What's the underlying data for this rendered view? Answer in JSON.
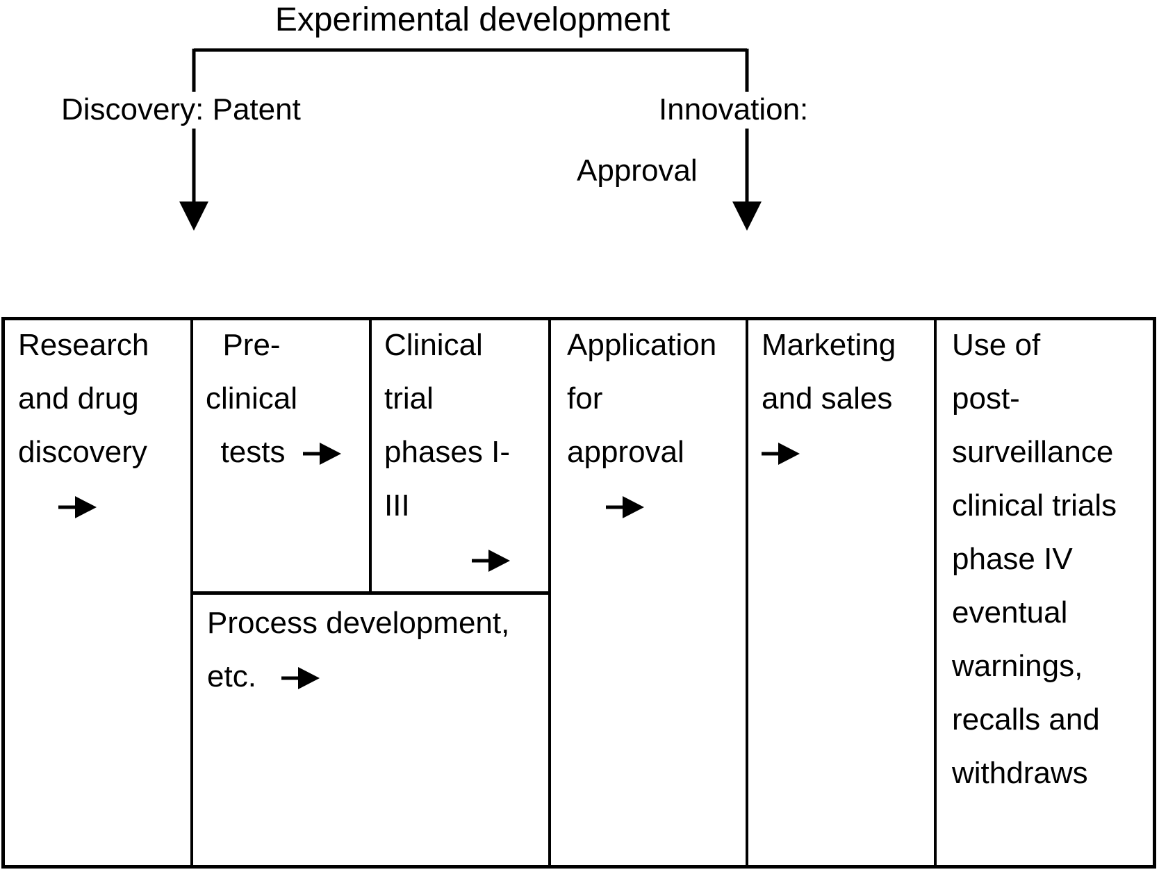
{
  "colors": {
    "ink": "#000000",
    "paper": "#ffffff"
  },
  "icons": {
    "arrow_right": "➤",
    "arrow_down": "▼"
  },
  "header": {
    "title": "Experimental development",
    "discovery_label": "Discovery: Patent",
    "innovation_label": "Innovation:",
    "approval_label": "Approval"
  },
  "stages": {
    "research": {
      "lines": [
        "Research",
        "and drug",
        "discovery"
      ]
    },
    "preclinical": {
      "lines": [
        "Pre-",
        "clinical",
        "tests"
      ]
    },
    "clinical_trials": {
      "lines": [
        "Clinical",
        "trial",
        "phases I-",
        "III"
      ]
    },
    "application": {
      "lines": [
        "Application",
        "for",
        "approval"
      ]
    },
    "marketing": {
      "lines": [
        "Marketing",
        "and sales"
      ]
    },
    "post_surveillance": {
      "lines": [
        "Use of",
        "post-",
        "surveillance",
        "clinical trials",
        "phase IV",
        "eventual",
        "warnings,",
        "recalls and",
        "withdraws"
      ]
    },
    "process_development": {
      "lines": [
        "Process development,",
        "etc."
      ]
    }
  }
}
